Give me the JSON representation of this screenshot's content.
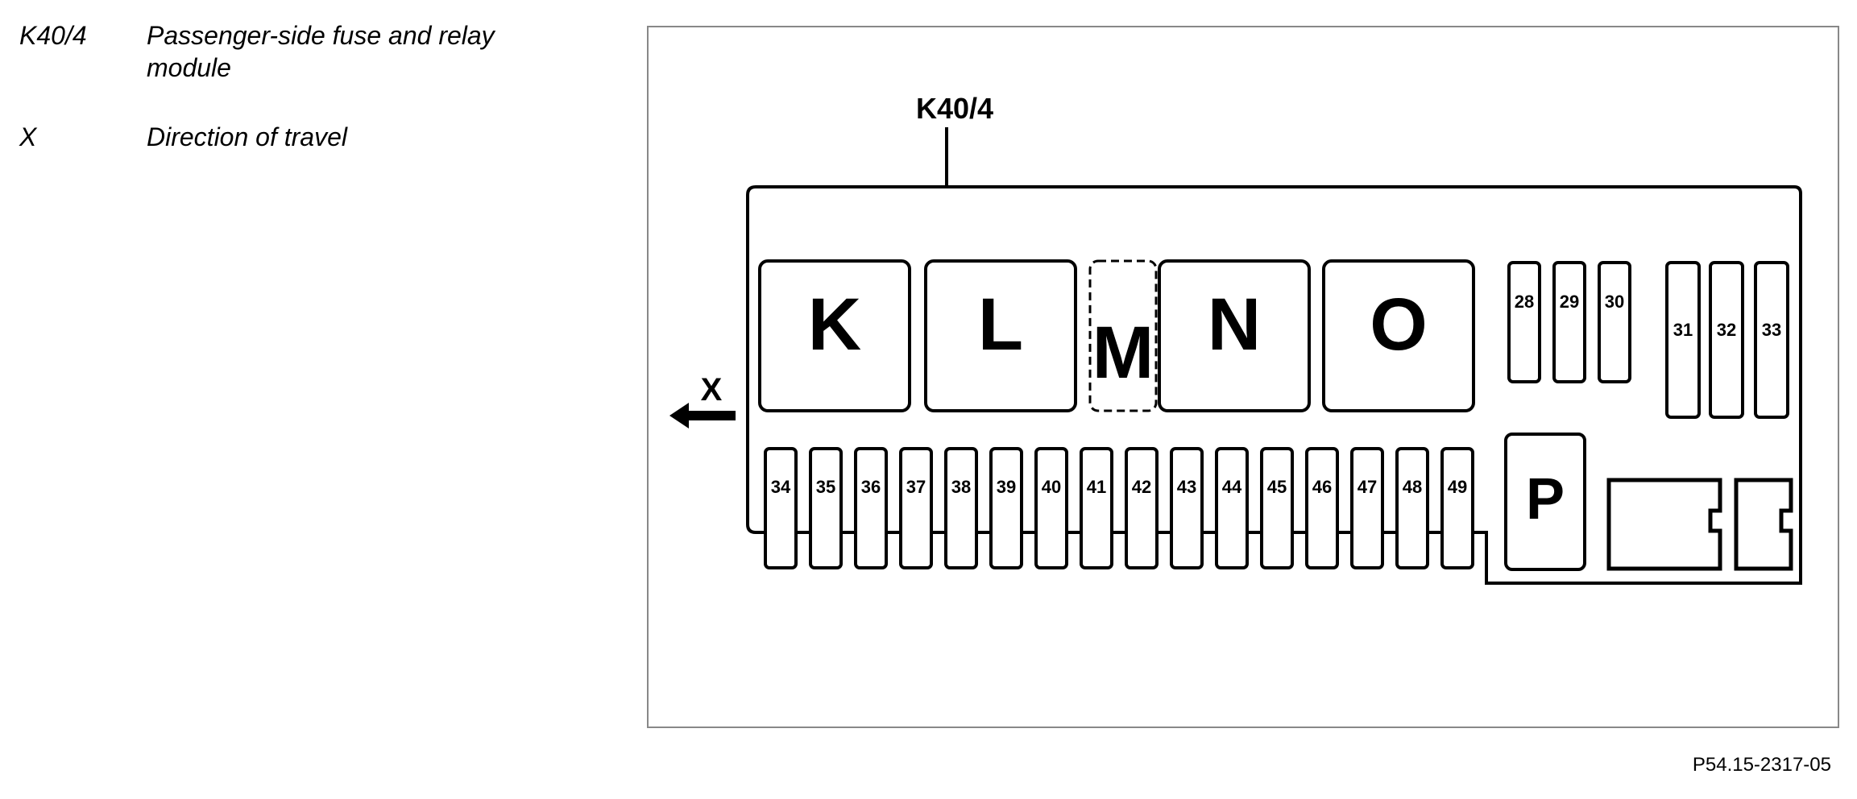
{
  "legend": [
    {
      "code": "K40/4",
      "description": "Passenger-side fuse and relay module"
    },
    {
      "code": "X",
      "description": "Direction of travel"
    }
  ],
  "diagram": {
    "module_label": "K40/4",
    "direction_label": "X",
    "relays": [
      "K",
      "L",
      "M",
      "N",
      "O"
    ],
    "relay_p": "P",
    "fuses_top_small": [
      "28",
      "29",
      "30"
    ],
    "fuses_top_tall": [
      "31",
      "32",
      "33"
    ],
    "fuses_bottom": [
      "34",
      "35",
      "36",
      "37",
      "38",
      "39",
      "40",
      "41",
      "42",
      "43",
      "44",
      "45",
      "46",
      "47",
      "48",
      "49"
    ]
  },
  "figure_id": "P54.15-2317-05"
}
